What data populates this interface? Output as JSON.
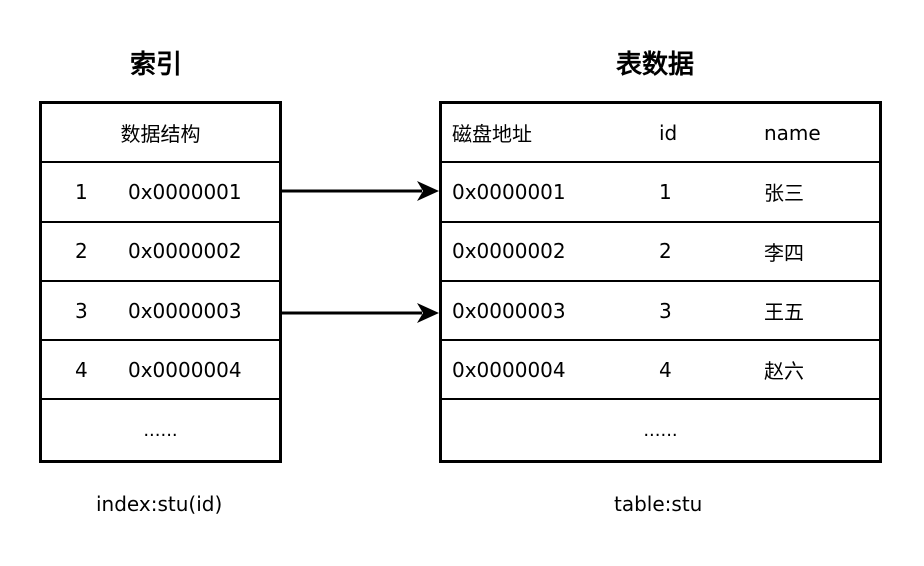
{
  "index": {
    "title": "索引",
    "header": "数据结构",
    "rows": [
      {
        "num": "1",
        "addr": "0x0000001"
      },
      {
        "num": "2",
        "addr": "0x0000002"
      },
      {
        "num": "3",
        "addr": "0x0000003"
      },
      {
        "num": "4",
        "addr": "0x0000004"
      }
    ],
    "ellipsis": "......",
    "caption": "index:stu(id)"
  },
  "table": {
    "title": "表数据",
    "headers": {
      "addr": "磁盘地址",
      "id": "id",
      "name": "name"
    },
    "rows": [
      {
        "addr": "0x0000001",
        "id": "1",
        "name": "张三"
      },
      {
        "addr": "0x0000002",
        "id": "2",
        "name": "李四"
      },
      {
        "addr": "0x0000003",
        "id": "3",
        "name": "王五"
      },
      {
        "addr": "0x0000004",
        "id": "4",
        "name": "赵六"
      }
    ],
    "ellipsis": "......",
    "caption": "table:stu"
  },
  "colors": {
    "line": "#000000",
    "background": "#ffffff"
  }
}
